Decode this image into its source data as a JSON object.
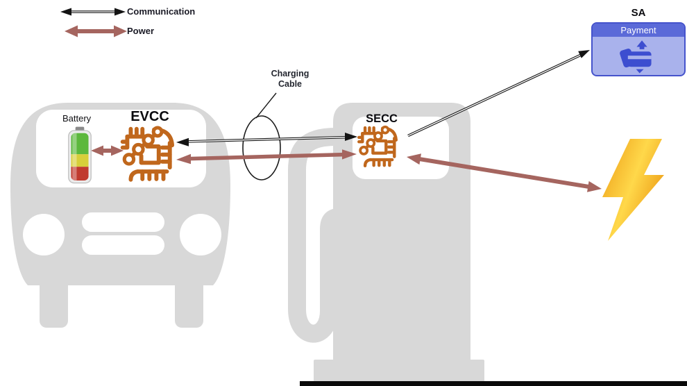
{
  "legend": {
    "communication_label": "Communication",
    "power_label": "Power"
  },
  "vehicle": {
    "battery_label": "Battery",
    "evcc_label": "EVCC"
  },
  "charging_station": {
    "secc_label": "SECC"
  },
  "cable": {
    "label_line1": "Charging",
    "label_line2": "Cable"
  },
  "secondary_actor": {
    "label": "SA",
    "box_title": "Payment"
  },
  "connections": [
    {
      "from": "Battery",
      "to": "EVCC",
      "type": "power",
      "bidirectional": true
    },
    {
      "from": "EVCC",
      "to": "SECC",
      "type": "communication",
      "bidirectional": true
    },
    {
      "from": "EVCC",
      "to": "SECC",
      "type": "power",
      "bidirectional": true
    },
    {
      "from": "SECC",
      "to": "SA Payment",
      "type": "communication",
      "bidirectional": false
    },
    {
      "from": "SECC",
      "to": "Power Grid",
      "type": "power",
      "bidirectional": true
    }
  ],
  "icons": {
    "battery": "battery-level-icon",
    "evcc": "circuit-chip-icon",
    "secc": "circuit-chip-icon",
    "cable": "cable-connector-ellipse",
    "payment": "credit-card-payment-icon",
    "grid": "lightning-bolt-icon"
  },
  "colors": {
    "silhouette": "#d8d8d8",
    "chip_orange": "#c0671c",
    "power_arrow": "#a5655f",
    "comm_arrow": "#141414",
    "payment_header": "#5b6ad8",
    "payment_body": "#a9b2ec",
    "payment_border": "#4553cc",
    "payment_icon": "#3d4ed0",
    "bolt_yellow": "#ffd84a",
    "bolt_orange": "#ec9a14",
    "battery_green": "#5cb83c",
    "battery_yellow": "#d7cf3a",
    "battery_red": "#c03a2e"
  }
}
